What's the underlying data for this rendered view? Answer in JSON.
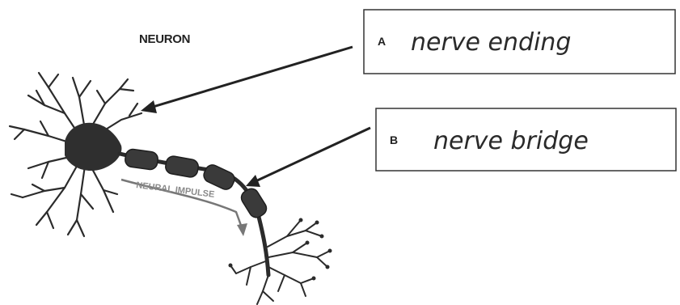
{
  "diagram": {
    "title": "NEURON",
    "impulse_label": "NEURAL IMPULSE",
    "labels": [
      {
        "letter": "A",
        "answer": "nerve ending"
      },
      {
        "letter": "B",
        "answer": "nerve bridge"
      }
    ],
    "colors": {
      "ink": "#2b2b2b",
      "cell_body": "#2f2f2f",
      "myelin": "#3a3a3a",
      "box_border": "#333333",
      "handwriting": "#2a2a2a"
    }
  }
}
